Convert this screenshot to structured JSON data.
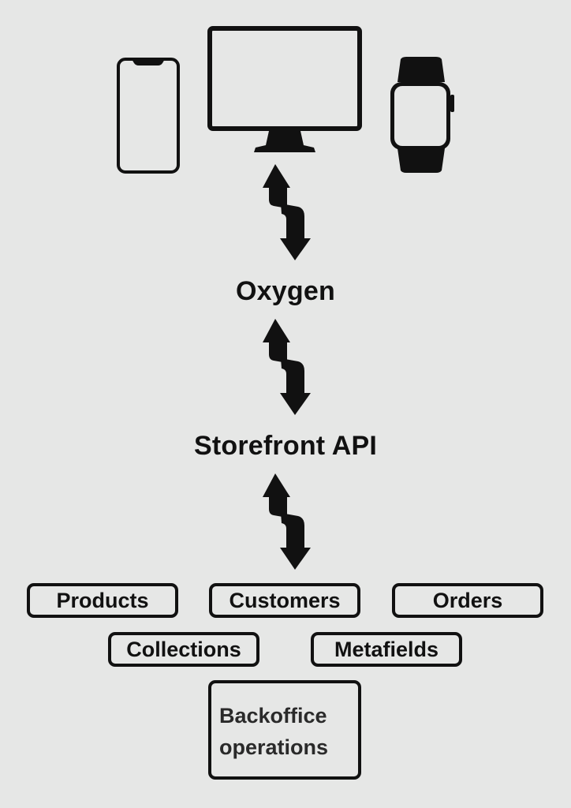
{
  "colors": {
    "background": "#e6e7e6",
    "ink": "#111111"
  },
  "devices": {
    "icons": [
      "smartphone-icon",
      "desktop-monitor-icon",
      "smartwatch-icon"
    ]
  },
  "nodes": {
    "oxygen": "Oxygen",
    "storefront_api": "Storefront API"
  },
  "resources": {
    "products": "Products",
    "customers": "Customers",
    "orders": "Orders",
    "collections": "Collections",
    "metafields": "Metafields"
  },
  "backoffice": {
    "line1": "Backoffice",
    "line2": "operations"
  }
}
